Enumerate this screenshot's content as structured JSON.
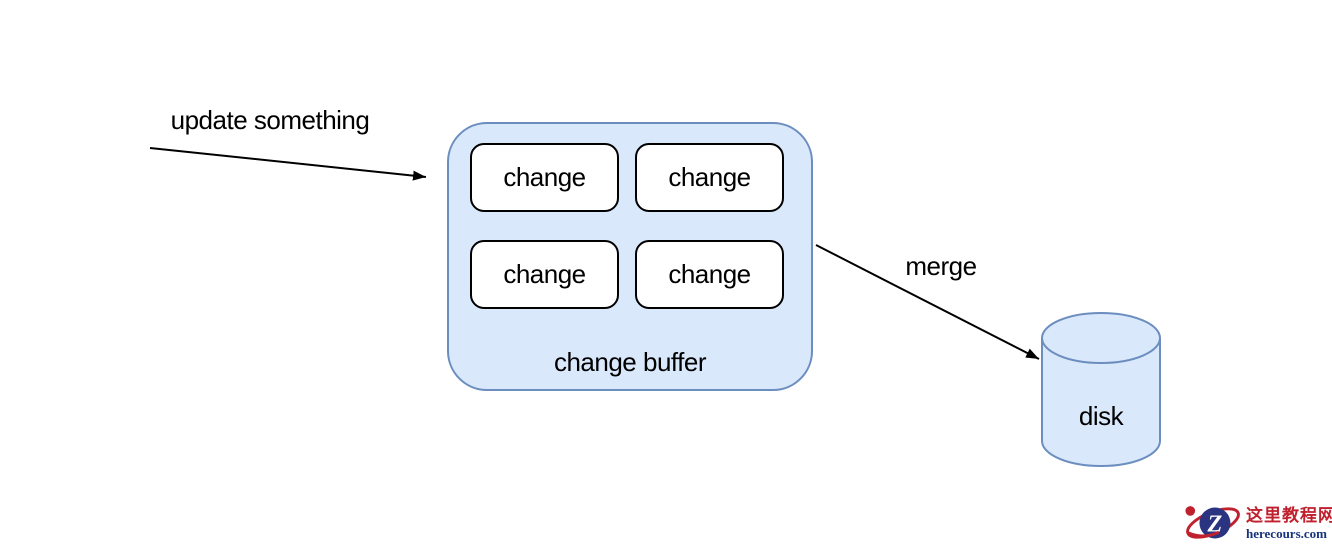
{
  "theme": {
    "canvas-bg": "#ffffff",
    "shape-fill": "#dae8fc",
    "shape-border": "#6c8ebf",
    "box-fill": "#ffffff",
    "box-border": "#000000",
    "arrow-color": "#000000",
    "label-color": "#000000",
    "wm-red": "#c0212e",
    "wm-navy": "#17337b",
    "wm-circle-blue": "#2a3480"
  },
  "diagram": {
    "update_label": "update something",
    "merge_label": "merge",
    "buffer": {
      "title": "change buffer",
      "items": [
        "change",
        "change",
        "change",
        "change"
      ]
    },
    "disk": {
      "label": "disk"
    }
  },
  "watermark": {
    "logo_letter": "Z",
    "site_name": "这里教程网",
    "site_domain": "herecours.com"
  }
}
